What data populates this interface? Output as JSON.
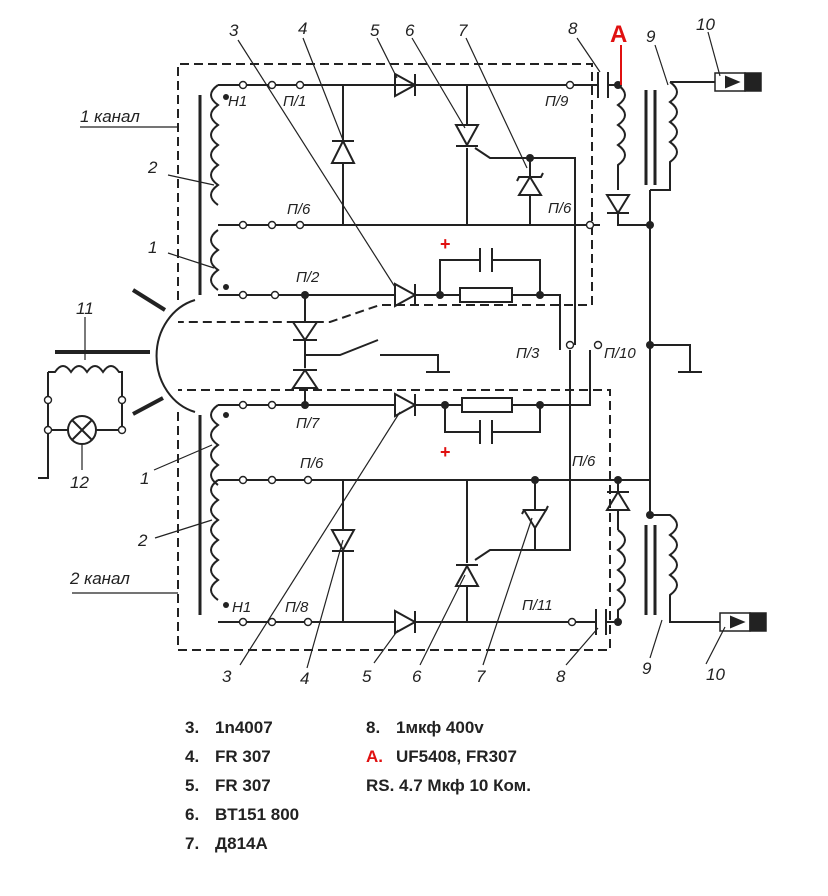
{
  "labels": {
    "n1": "1",
    "n2": "2",
    "n3": "3",
    "n4": "4",
    "n5": "5",
    "n6": "6",
    "n7": "7",
    "n8": "8",
    "n9": "9",
    "n10": "10",
    "n11": "11",
    "n12": "12",
    "ch1": "1 канал",
    "ch2": "2 канал",
    "A": "A",
    "H1": "H1",
    "p1": "П/1",
    "p2": "П/2",
    "p3": "П/3",
    "p6": "П/6",
    "p7": "П/7",
    "p8": "П/8",
    "p9": "П/9",
    "p10": "П/10",
    "p11": "П/11",
    "plus": "+"
  },
  "legend": {
    "left": [
      {
        "num": "3.",
        "text": "1n4007"
      },
      {
        "num": "4.",
        "text": "FR 307"
      },
      {
        "num": "5.",
        "text": "FR 307"
      },
      {
        "num": "6.",
        "text": "BT151 800"
      },
      {
        "num": "7.",
        "text": "Д814А"
      }
    ],
    "right": [
      {
        "num": "8.",
        "text": "1мкф 400v"
      },
      {
        "num": "A.",
        "text": "UF5408, FR307"
      },
      {
        "num": "",
        "text": "RS. 4.7 Мкф   10 Ком."
      }
    ]
  },
  "colors": {
    "accent": "#e01010",
    "ink": "#222222"
  }
}
